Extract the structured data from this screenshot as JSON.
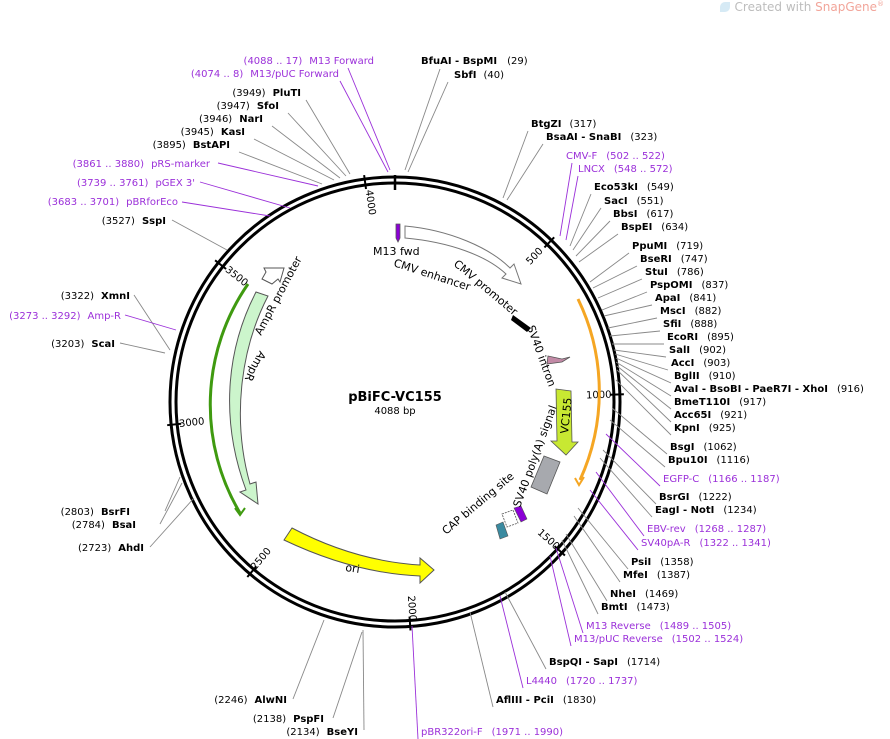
{
  "brand": {
    "prefix": "Created with ",
    "name": "SnapGene",
    "mark": "®"
  },
  "map": {
    "name": "pBiFC-VC155",
    "length_label": "4088 bp",
    "total_bp": 4088,
    "ticks": [
      {
        "bp": 500,
        "label": "500"
      },
      {
        "bp": 1000,
        "label": "1000"
      },
      {
        "bp": 1500,
        "label": "1500"
      },
      {
        "bp": 2000,
        "label": "2000"
      },
      {
        "bp": 2500,
        "label": "2500"
      },
      {
        "bp": 3000,
        "label": "3000"
      },
      {
        "bp": 3500,
        "label": "3500"
      },
      {
        "bp": 4000,
        "label": "4000"
      }
    ]
  },
  "colors": {
    "enzyme_label": "#000000",
    "primer_label": "#9b30d9",
    "leader": "#888888",
    "primer_leader": "#9b30d9",
    "cmv_fill": "#ffffff",
    "vc155_fill": "#c8e832",
    "polya_fill": "#a7a9ae",
    "ori_fill": "#ffff00",
    "ampr_fill": "#ccf5cc",
    "ampr_promoter_fill": "#ffffff",
    "m13_fwd_fill": "#8b00d6",
    "sv40_intron_fill": "#c28aa6",
    "cap_fill": "#3a8aa0",
    "orange_arc": "#f5a623",
    "green_arc": "#3f9a10"
  },
  "right_labels": [
    {
      "name": "BfuAI",
      "name2": "BspMI",
      "pos": "(29)",
      "kind": "enzyme"
    },
    {
      "name": "SbfI",
      "pos": "(40)",
      "kind": "enzyme"
    },
    {
      "name": "BtgZI",
      "pos": "(317)",
      "kind": "enzyme"
    },
    {
      "name": "BsaAI",
      "name2": "SnaBI",
      "pos": "(323)",
      "kind": "enzyme"
    },
    {
      "name": "CMV-F",
      "pos": "(502 .. 522)",
      "kind": "primer"
    },
    {
      "name": "LNCX",
      "pos": "(548 .. 572)",
      "kind": "primer"
    },
    {
      "name": "Eco53kI",
      "pos": "(549)",
      "kind": "enzyme"
    },
    {
      "name": "SacI",
      "pos": "(551)",
      "kind": "enzyme"
    },
    {
      "name": "BbsI",
      "pos": "(617)",
      "kind": "enzyme"
    },
    {
      "name": "BspEI",
      "pos": "(634)",
      "kind": "enzyme"
    },
    {
      "name": "PpuMI",
      "pos": "(719)",
      "kind": "enzyme"
    },
    {
      "name": "BseRI",
      "pos": "(747)",
      "kind": "enzyme"
    },
    {
      "name": "StuI",
      "pos": "(786)",
      "kind": "enzyme"
    },
    {
      "name": "PspOMI",
      "pos": "(837)",
      "kind": "enzyme"
    },
    {
      "name": "ApaI",
      "pos": "(841)",
      "kind": "enzyme"
    },
    {
      "name": "MscI",
      "pos": "(882)",
      "kind": "enzyme"
    },
    {
      "name": "SfiI",
      "pos": "(888)",
      "kind": "enzyme"
    },
    {
      "name": "EcoRI",
      "pos": "(895)",
      "kind": "enzyme"
    },
    {
      "name": "SalI",
      "pos": "(902)",
      "kind": "enzyme"
    },
    {
      "name": "AccI",
      "pos": "(903)",
      "kind": "enzyme"
    },
    {
      "name": "BglII",
      "pos": "(910)",
      "kind": "enzyme"
    },
    {
      "name": "AvaI",
      "name2": "BsoBI",
      "name3": "PaeR7I",
      "name4": "XhoI",
      "pos": "(916)",
      "kind": "enzyme"
    },
    {
      "name": "BmeT110I",
      "pos": "(917)",
      "kind": "enzyme"
    },
    {
      "name": "Acc65I",
      "pos": "(921)",
      "kind": "enzyme"
    },
    {
      "name": "KpnI",
      "pos": "(925)",
      "kind": "enzyme"
    },
    {
      "name": "BsgI",
      "pos": "(1062)",
      "kind": "enzyme"
    },
    {
      "name": "Bpu10I",
      "pos": "(1116)",
      "kind": "enzyme"
    },
    {
      "name": "EGFP-C",
      "pos": "(1166 .. 1187)",
      "kind": "primer"
    },
    {
      "name": "BsrGI",
      "pos": "(1222)",
      "kind": "enzyme"
    },
    {
      "name": "EagI",
      "name2": "NotI",
      "pos": "(1234)",
      "kind": "enzyme"
    },
    {
      "name": "EBV-rev",
      "pos": "(1268 .. 1287)",
      "kind": "primer"
    },
    {
      "name": "SV40pA-R",
      "pos": "(1322 .. 1341)",
      "kind": "primer"
    },
    {
      "name": "PsiI",
      "pos": "(1358)",
      "kind": "enzyme"
    },
    {
      "name": "MfeI",
      "pos": "(1387)",
      "kind": "enzyme"
    },
    {
      "name": "NheI",
      "pos": "(1469)",
      "kind": "enzyme"
    },
    {
      "name": "BmtI",
      "pos": "(1473)",
      "kind": "enzyme"
    },
    {
      "name": "M13 Reverse",
      "pos": "(1489 .. 1505)",
      "kind": "primer"
    },
    {
      "name": "M13/pUC Reverse",
      "pos": "(1502 .. 1524)",
      "kind": "primer"
    },
    {
      "name": "BspQI",
      "name2": "SapI",
      "pos": "(1714)",
      "kind": "enzyme"
    },
    {
      "name": "L4440",
      "pos": "(1720 .. 1737)",
      "kind": "primer"
    },
    {
      "name": "AflIII",
      "name2": "PciI",
      "pos": "(1830)",
      "kind": "enzyme"
    },
    {
      "name": "pBR322ori-F",
      "pos": "(1971 .. 1990)",
      "kind": "primer"
    }
  ],
  "left_labels": [
    {
      "name": "M13 Forward",
      "pos": "(4088 .. 17)",
      "kind": "primer"
    },
    {
      "name": "M13/pUC Forward",
      "pos": "(4074 .. 8)",
      "kind": "primer"
    },
    {
      "name": "PluTI",
      "pos": "(3949)",
      "kind": "enzyme"
    },
    {
      "name": "SfoI",
      "pos": "(3947)",
      "kind": "enzyme"
    },
    {
      "name": "NarI",
      "pos": "(3946)",
      "kind": "enzyme"
    },
    {
      "name": "KasI",
      "pos": "(3945)",
      "kind": "enzyme"
    },
    {
      "name": "BstAPI",
      "pos": "(3895)",
      "kind": "enzyme"
    },
    {
      "name": "pRS-marker",
      "pos": "(3861 .. 3880)",
      "kind": "primer"
    },
    {
      "name": "pGEX 3'",
      "pos": "(3739 .. 3761)",
      "kind": "primer"
    },
    {
      "name": "pBRforEco",
      "pos": "(3683 .. 3701)",
      "kind": "primer"
    },
    {
      "name": "SspI",
      "pos": "(3527)",
      "kind": "enzyme"
    },
    {
      "name": "XmnI",
      "pos": "(3322)",
      "kind": "enzyme"
    },
    {
      "name": "Amp-R",
      "pos": "(3273 .. 3292)",
      "kind": "primer"
    },
    {
      "name": "ScaI",
      "pos": "(3203)",
      "kind": "enzyme"
    },
    {
      "name": "BsrFI",
      "pos": "(2803)",
      "kind": "enzyme"
    },
    {
      "name": "BsaI",
      "pos": "(2784)",
      "kind": "enzyme"
    },
    {
      "name": "AhdI",
      "pos": "(2723)",
      "kind": "enzyme"
    },
    {
      "name": "AlwNI",
      "pos": "(2246)",
      "kind": "enzyme"
    },
    {
      "name": "PspFI",
      "pos": "(2138)",
      "kind": "enzyme"
    },
    {
      "name": "BseYI",
      "pos": "(2134)",
      "kind": "enzyme"
    }
  ],
  "features": [
    {
      "label": "M13 fwd"
    },
    {
      "label": "CMV enhancer"
    },
    {
      "label": "CMV promoter"
    },
    {
      "label": "SV40 intron"
    },
    {
      "label": "VC155"
    },
    {
      "label": "SV40 poly(A) signal"
    },
    {
      "label": "CAP binding site"
    },
    {
      "label": "ori"
    },
    {
      "label": "AmpR"
    },
    {
      "label": "AmpR promoter"
    }
  ]
}
